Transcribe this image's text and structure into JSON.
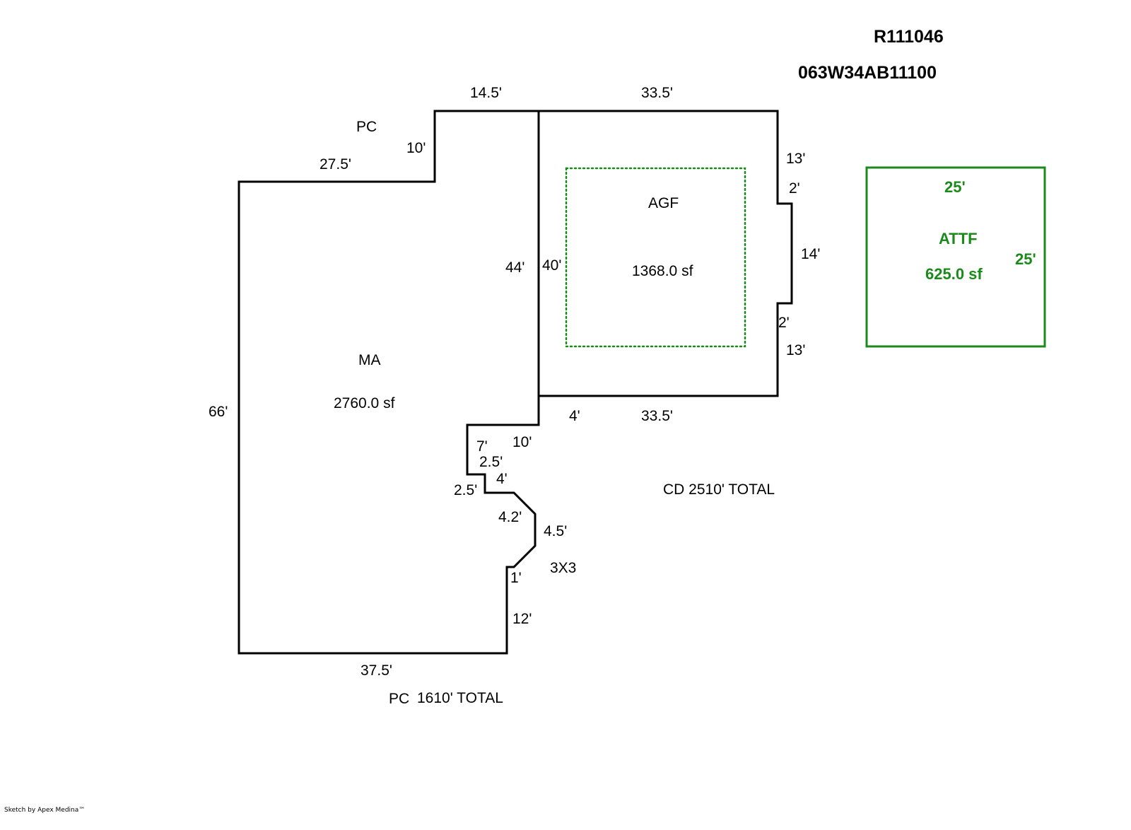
{
  "header": {
    "account_id": "R111046",
    "parcel_id": "063W34AB11100"
  },
  "colors": {
    "outline": "#000000",
    "garage_dotted": "#1a8a1a",
    "detached_structure": "#1a8a1a"
  },
  "areas": {
    "main": {
      "code": "MA",
      "area": "2760.0 sf"
    },
    "garage": {
      "code": "AGF",
      "area": "1368.0 sf"
    },
    "detached": {
      "code": "ATTF",
      "area": "625.0 sf",
      "top_dim": "25'",
      "side_dim": "25'"
    }
  },
  "dimensions": {
    "top_left_step": "14.5'",
    "top_right": "33.5'",
    "pc_step_vertical": "10'",
    "upper_left_horizontal": "27.5'",
    "right_upper": "13'",
    "right_jog_top": "2'",
    "right_bump": "14'",
    "right_jog_bottom": "2'",
    "right_lower": "13'",
    "divider_outer": "44'",
    "divider_inner": "40'",
    "left_side": "66'",
    "bottom_garage_left": "4'",
    "bottom_garage": "33.5'",
    "notch_vertical": "10'",
    "notch_7": "7'",
    "notch_2_5a": "2.5'",
    "notch_4": "4'",
    "notch_2_5b": "2.5'",
    "bay_diag": "4.2'",
    "bay_side": "4.5'",
    "bay_bottom": "1'",
    "lower_right": "12'",
    "bottom": "37.5'"
  },
  "notes": {
    "pc_label": "PC",
    "bay_note": "3X3",
    "cd_total": "CD  2510' TOTAL",
    "pc_total_prefix": "PC",
    "pc_total": "1610' TOTAL"
  },
  "footer": {
    "credit": "Sketch by Apex Medina™"
  }
}
